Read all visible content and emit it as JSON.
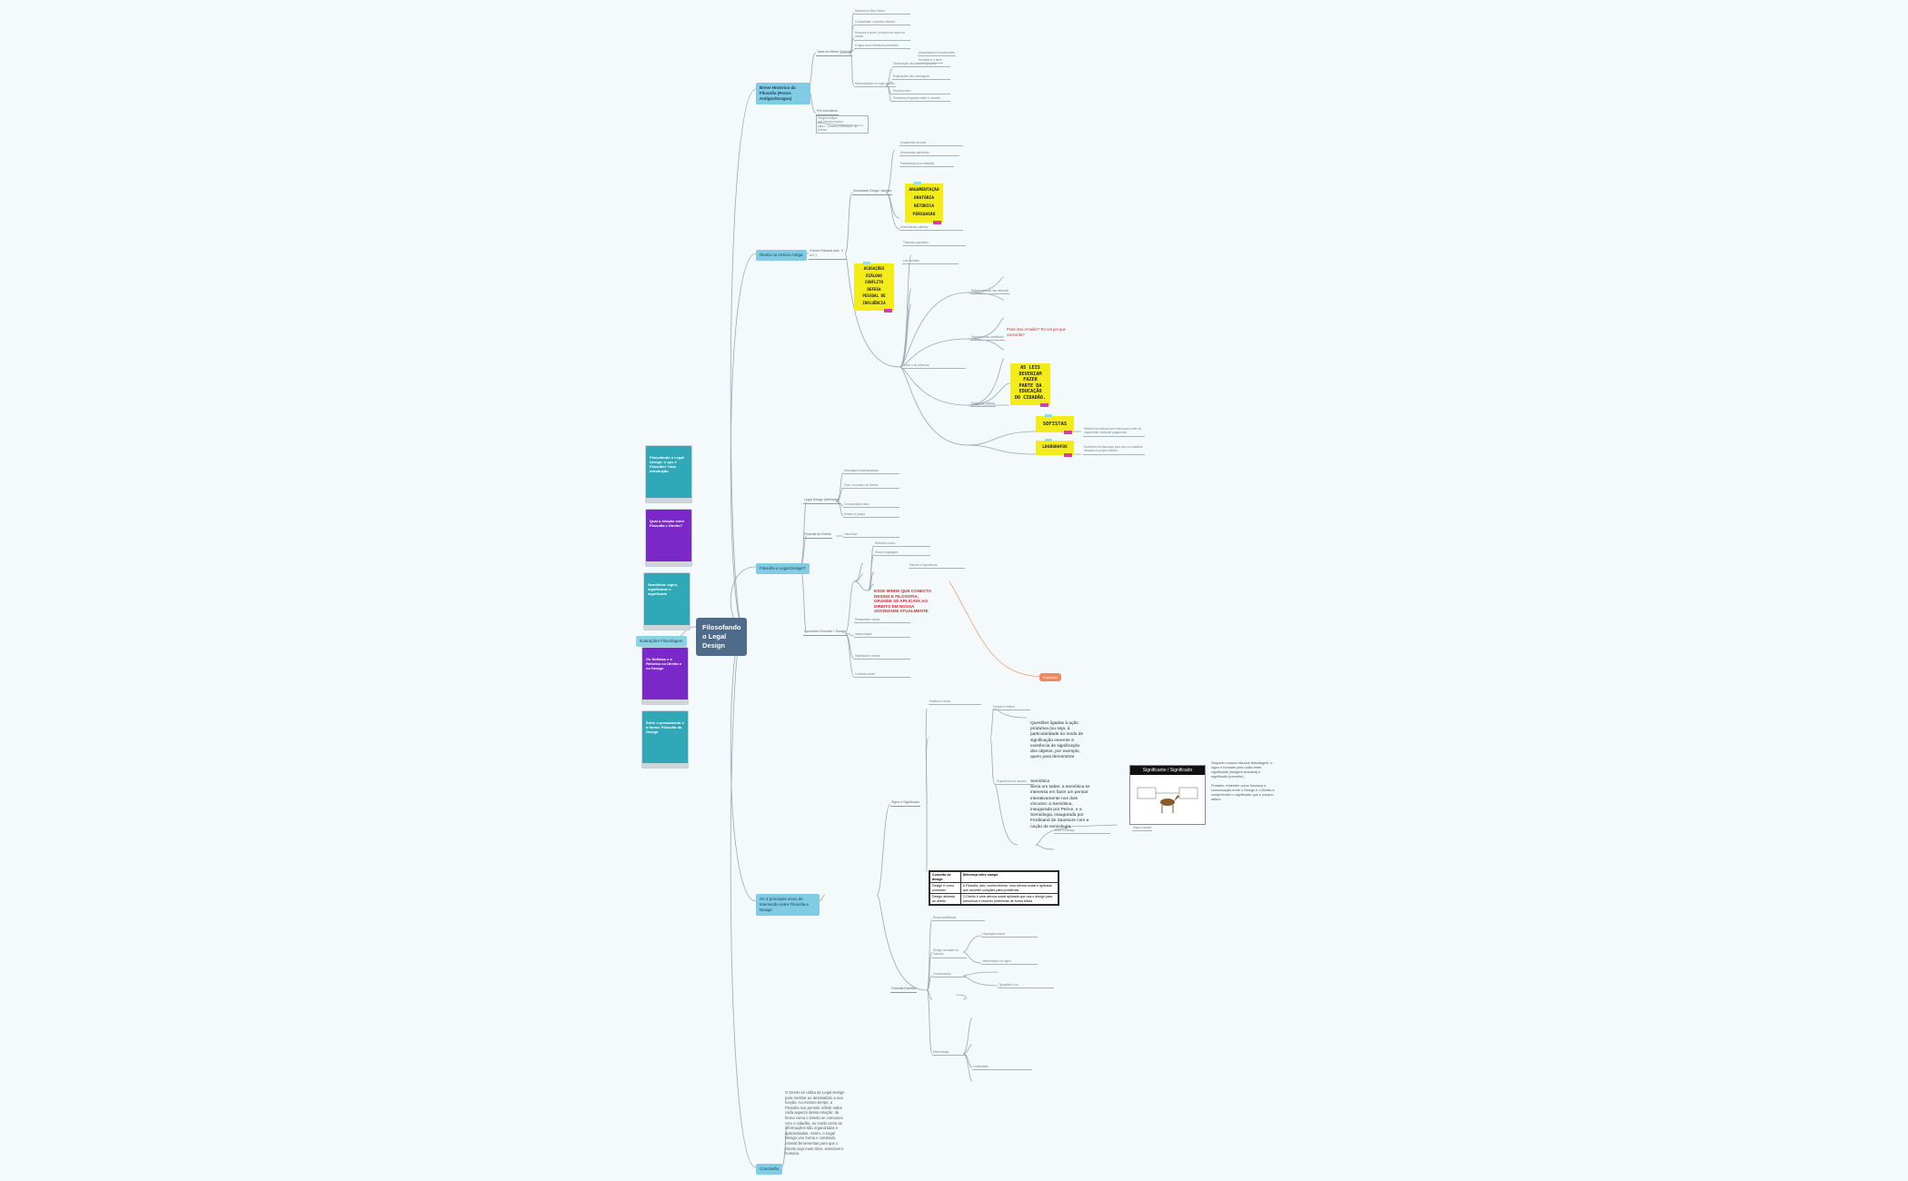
{
  "center": "Filosofando o Legal Design",
  "side_label": "Ilustrações Filosofagem",
  "thumbnails": [
    {
      "title": "Filosofando o Legal Design: o que é Filosofia? Uma introdução",
      "bg": "#2fa8b8"
    },
    {
      "title": "Qual a relação entre Filosofia e Direito?",
      "bg": "#7a28c8"
    },
    {
      "title": "Semiótica: signo, significante e significado",
      "bg": "#2fa8b8"
    },
    {
      "title": "Os Sofistas e a Retórica no Direito e no Design",
      "bg": "#7a28c8"
    },
    {
      "title": "Entre o pensamento e a forma: Filosofia do Design",
      "bg": "#2fa8b8"
    }
  ],
  "branches": {
    "b1": {
      "label": "Breve Histórico da Filosofia (Povos Antigos/Gregos)",
      "sub1": "Tales de Mileto (Grécia)",
      "sub2": "Pré-socráticos",
      "note": "Gregos antigos\nque tiveram espaço\npara o \"trabalho intelectual\" de\npensar",
      "leaves": [
        "Nascido na Ásia Menor",
        "Considerado o primeiro filósofo",
        "Buscava a arché: princípio de todas as coisas",
        "A água como elemento primordial",
        "Racionalidade no lugar do mito",
        "Observação da natureza (physis)",
        "Explicações não mitológicas",
        "Escola jônica",
        "Primeiras perguntas sobre o cosmos",
        "Anaximandro e Anaxímenes",
        "Heráclito e o devir"
      ]
    },
    "b2": {
      "label": "Direito na Grécia Antiga",
      "sub": "Grécia Clássica (séc. V a.C.)",
      "sub2": "Sociedade Grega / Atenas",
      "leaves": [
        "Surgimento da pólis",
        "Democracia ateniense",
        "Participação dos cidadãos",
        "Assembleias públicas",
        "Tribunais populares",
        "Leis escritas",
        "Sólon e as reformas",
        "Defesa pessoal nos tribunais",
        "Oratória como habilidade",
        "Ensino da retórica"
      ],
      "card1": [
        "ARGUMENTAÇÃO",
        "ORATÓRIA",
        "RETÓRICA",
        "PERSUASÃO"
      ],
      "card2": [
        "ACUSAÇÕES",
        "DIÁLOGO",
        "CONFLITO",
        "DEFESA",
        "PESSOAL DE",
        "INFLUÊNCIA"
      ],
      "card3": [
        "AS LEIS",
        "DEVERIAM",
        "FAZER",
        "PARTE DA",
        "EDUCAÇÃO",
        "DO CIDADÃO."
      ],
      "card4": "SOFISTAS",
      "card5": "LOGÓGRAFOS",
      "red_q": "Pode isso Arnaldo? Ter um juri que concorda?",
      "sofistas_note": "Mestres da retórica que ensinavam a arte de argumentar mediante pagamento",
      "logo_note": "Escritores de discursos para que os cidadãos fizessem a própria defesa"
    },
    "b3": {
      "label": "Filosofia e Legal Design?",
      "sub1": "Legal Design (definição)",
      "sub2": "Filosofia do Direito",
      "sub3": "Conexões Filosofia + Design",
      "red": "ESSE MINDE QUE CONECTA DESIGN E FILOSOFIA, GRANDE SÉ APLICAVA AO DIREITO EM NOSSA SOCIEDADE ATUALMENTE",
      "badge": "Contexto",
      "leaves": [
        "Abordagem interdisciplinar",
        "Foco no usuário do Direito",
        "Comunicação clara",
        "Acesso à justiça",
        "Visual law",
        "Reflexão crítica",
        "Ética e linguagem",
        "Método e experiência",
        "Pensamento visual",
        "Interpretação",
        "Significado e forma",
        "Contexto social"
      ]
    },
    "b4": {
      "label": "Os 3 principais eixos de interseção entre Filosofia e Design",
      "sub1": "Signo e Significado",
      "sub2": "Filosofia Estética",
      "para1": "Questões ligadas à ação produtiva (ou seja, à particularidade do modo de significação inerente à existência de significação dos objetos, por exemplo, quem para demonstrar",
      "para2": "Semiótica\nSeria um saber, a semiótica se interessa em fazer um pensar interativamente nos dois vínculos: a Semiótica, inaugurada por Peirce, e a Semiologia, inaugurada por Ferdinand de Saussure com a noção de semiologia.",
      "semiotic_title": "Significante / Significado",
      "semiotic_note": "Signo (cavalo)",
      "right_text": "Segundo nossos estudos filosofagem, o signo é formado pela união entre significante (imagem acústica) e significado (conceito).\n\nPortanto, entender como funciona a comunicação entre o Design e o Direito é compreender o significado que o usuário atribui.",
      "table": {
        "h1": "Conceito de design",
        "h2": "Diferença entre campo",
        "r1c1": "Design é como conceber",
        "r1c2": "A Filosofia, arte, conhecimento: uma ciência social e aplicada que concebe soluções para problemas",
        "r2c1": "Design atrelado ao direito",
        "r2c2": "O Direito é uma ciência social aplicada que usa o design para comunicar e resolver problemas de forma eficaz"
      },
      "leaves": [
        "Estética e forma",
        "Função e beleza",
        "Experiência do usuário",
        "Ética no design",
        "Responsabilidade",
        "Design centrado no humano",
        "Linguagem visual",
        "Interpretação do signo",
        "Comunicação",
        "Tipografia e cor",
        "Metodologia",
        "Criatividade"
      ]
    },
    "b5": {
      "label": "Conclusão",
      "text": "O Direito se utiliza do Legal Design para mostrar ao destinatário a sua função. Ao mesmo tempo, a Filosofia nos permite refletir sobre cada aspecto dessa relação: da forma como o Direito se comunica com o cidadão, ao modo como as informações são organizadas e apresentadas. Assim, o Legal Design une forma e conteúdo, criando ferramentas para que o Direito seja mais claro, acessível e humano."
    }
  }
}
